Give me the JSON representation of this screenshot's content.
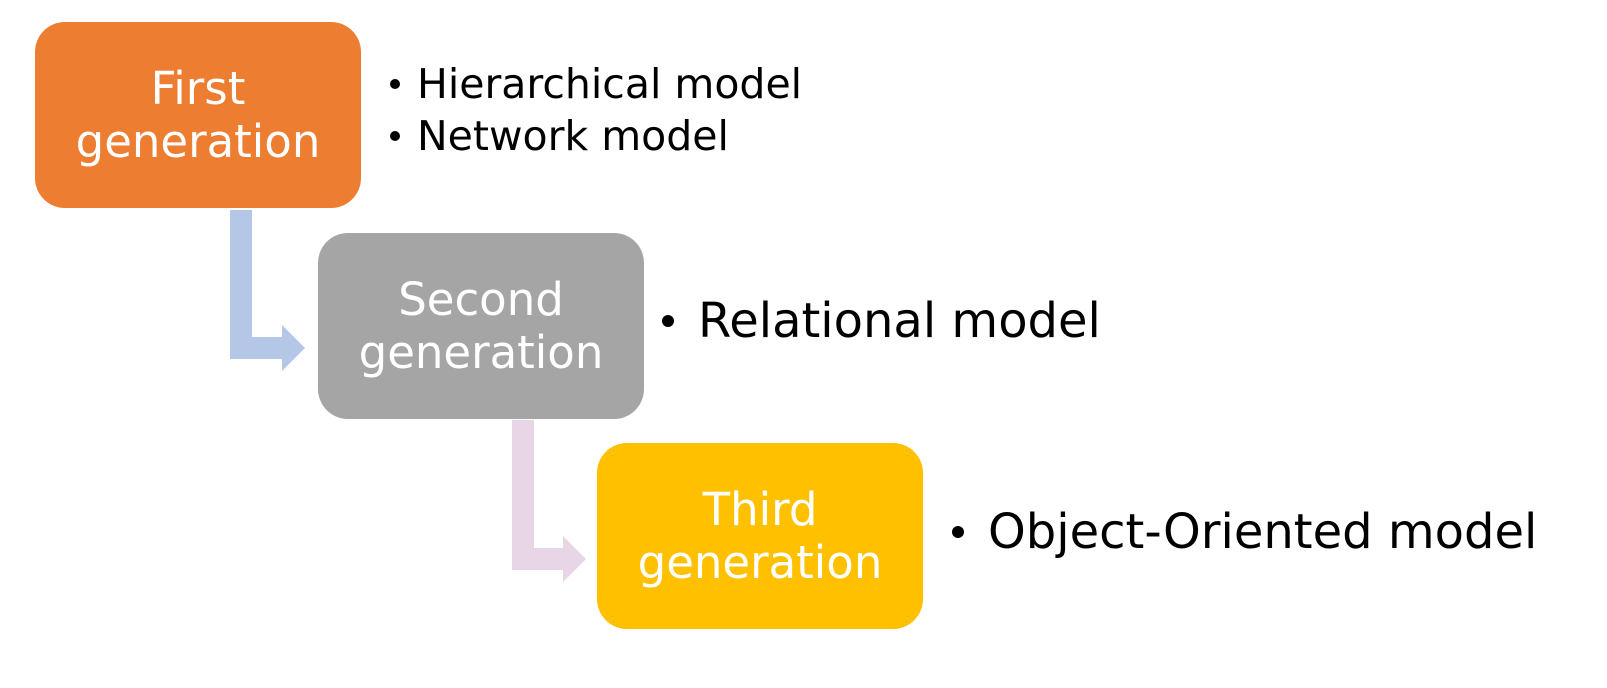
{
  "colors": {
    "first": "#ED7D31",
    "second": "#A5A5A5",
    "third": "#FFC000",
    "connector_1": "#B4C7E7",
    "connector_2": "#E8D5E6"
  },
  "generations": [
    {
      "title_line1": "First",
      "title_line2": "generation",
      "models": [
        "Hierarchical model",
        "Network model"
      ]
    },
    {
      "title_line1": "Second",
      "title_line2": "generation",
      "models": [
        "Relational model"
      ]
    },
    {
      "title_line1": "Third",
      "title_line2": "generation",
      "models": [
        "Object-Oriented model"
      ]
    }
  ]
}
